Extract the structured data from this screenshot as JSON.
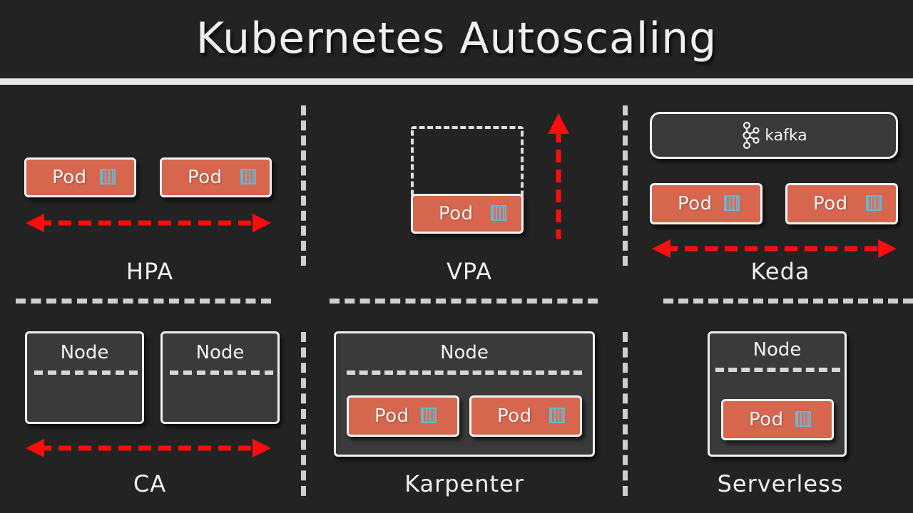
{
  "title": "Kubernetes Autoscaling",
  "pod_label": "Pod",
  "node_label": "Node",
  "kafka_label": "kafka",
  "sections": {
    "hpa": "HPA",
    "vpa": "VPA",
    "keda": "Keda",
    "ca": "CA",
    "karpenter": "Karpenter",
    "serverless": "Serverless"
  },
  "colors": {
    "background": "#232323",
    "pod": "#d6664d",
    "arrow": "#ff0d0d",
    "container_icon": "#63b7d7"
  }
}
